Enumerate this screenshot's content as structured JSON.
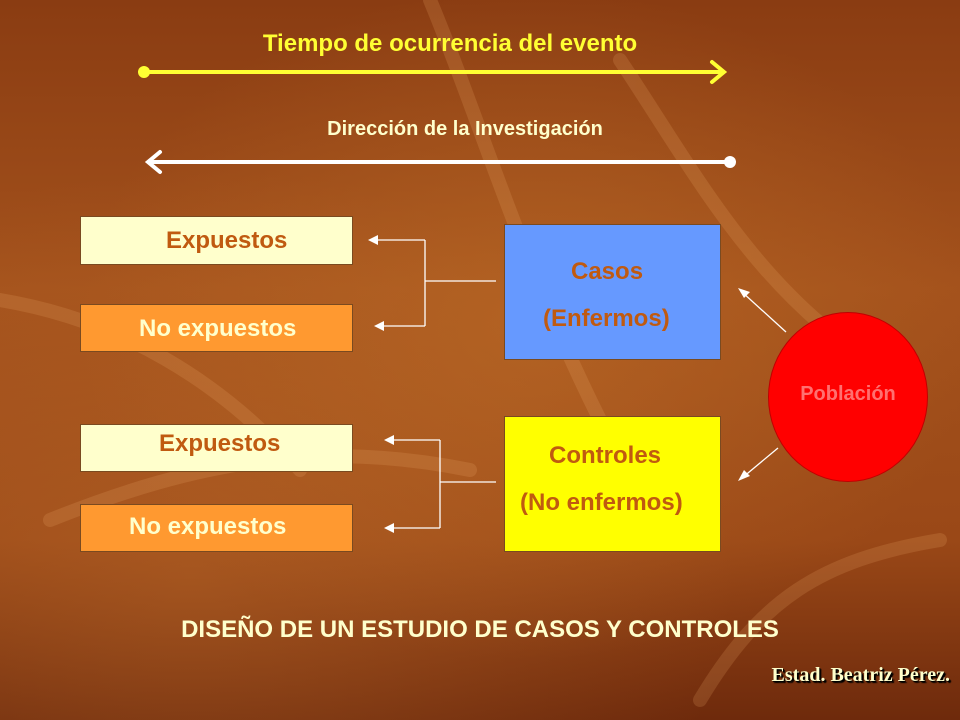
{
  "time_arrow": {
    "label": "Tiempo de ocurrencia del evento"
  },
  "direction_arrow": {
    "label": "Dirección de la Investigación"
  },
  "cases_group": {
    "exposed": "Expuestos",
    "unexposed": "No expuestos",
    "box_line1": "Casos",
    "box_line2": "(Enfermos)"
  },
  "controls_group": {
    "exposed": "Expuestos",
    "unexposed": "No expuestos",
    "box_line1": "Controles",
    "box_line2": "(No enfermos)"
  },
  "population": {
    "label": "Población"
  },
  "footer": {
    "title": "DISEÑO DE UN ESTUDIO DE CASOS Y CONTROLES",
    "author": "Estad. Beatriz Pérez."
  },
  "colors": {
    "cases_box": "#6699ff",
    "controls_box": "#ffff00",
    "exposed_box": "#ffffcc",
    "unexposed_box": "#ff9930",
    "population_circle": "#ff0000"
  }
}
